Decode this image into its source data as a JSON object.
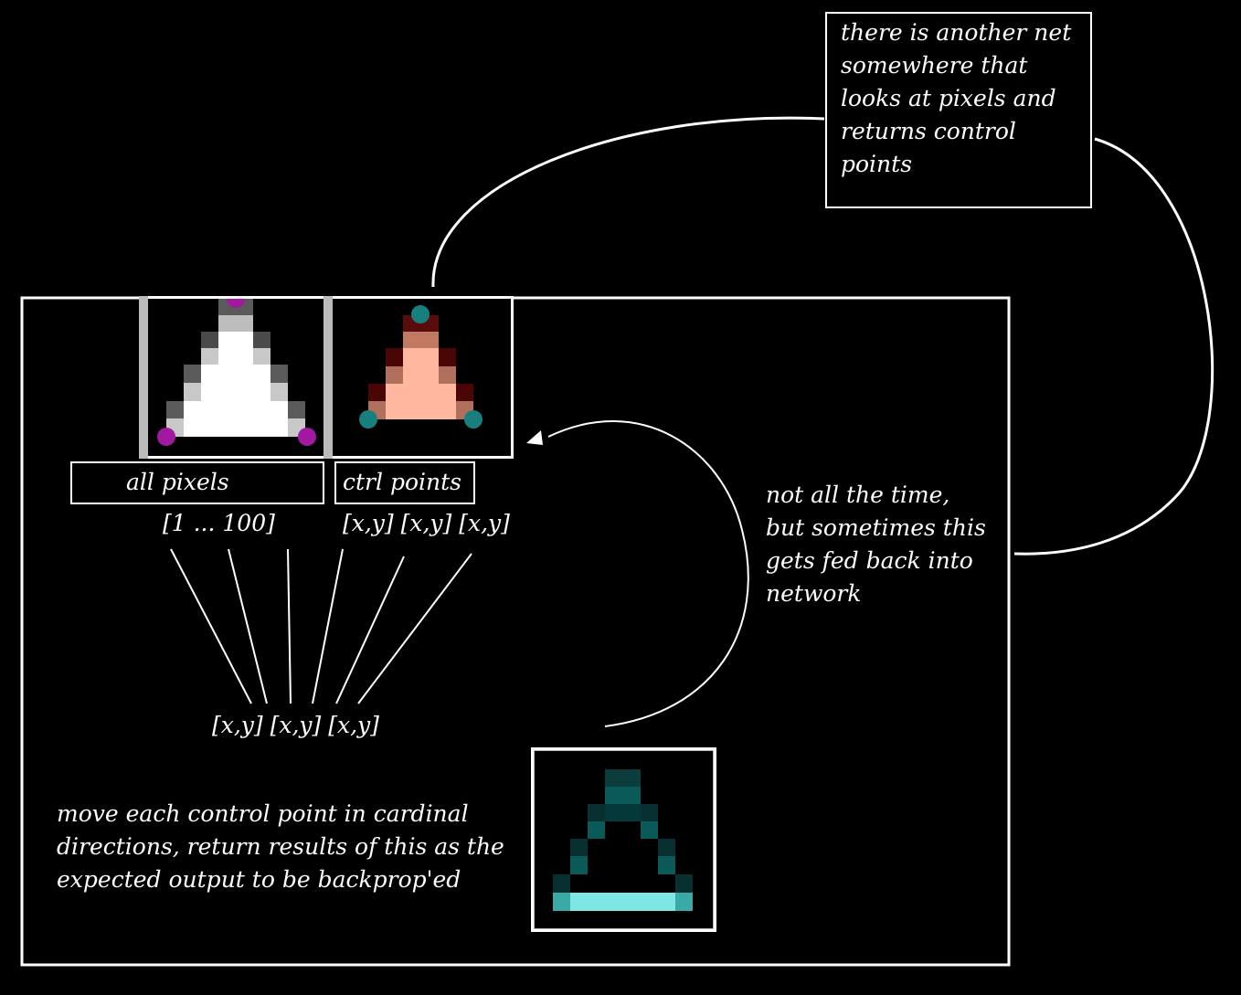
{
  "note": {
    "text_lines": [
      "there is another net",
      "somewhere that",
      "looks at pixels and",
      "returns control",
      "points"
    ]
  },
  "feedback_note": {
    "text_lines": [
      "not all the time,",
      "but sometimes this",
      "gets fed back into",
      "network"
    ]
  },
  "labels": {
    "all_pixels": "all pixels",
    "ctrl_points": "ctrl points",
    "pixel_range": "[1 ... 100]",
    "ctrl_coords": "[x,y] [x,y] [x,y]",
    "output_coords": "[x,y] [x,y] [x,y]"
  },
  "instruction": {
    "text_lines": [
      "move each control point in cardinal",
      "directions, return results of this as the",
      "expected output to be backprop'ed"
    ]
  },
  "colors": {
    "background": "#000000",
    "stroke": "#ffffff",
    "ctrl_point_magenta": "#a0199f",
    "ctrl_point_teal": "#17807f",
    "salmon": "#ffb7a0",
    "cyan_light": "#7fe7e3"
  }
}
